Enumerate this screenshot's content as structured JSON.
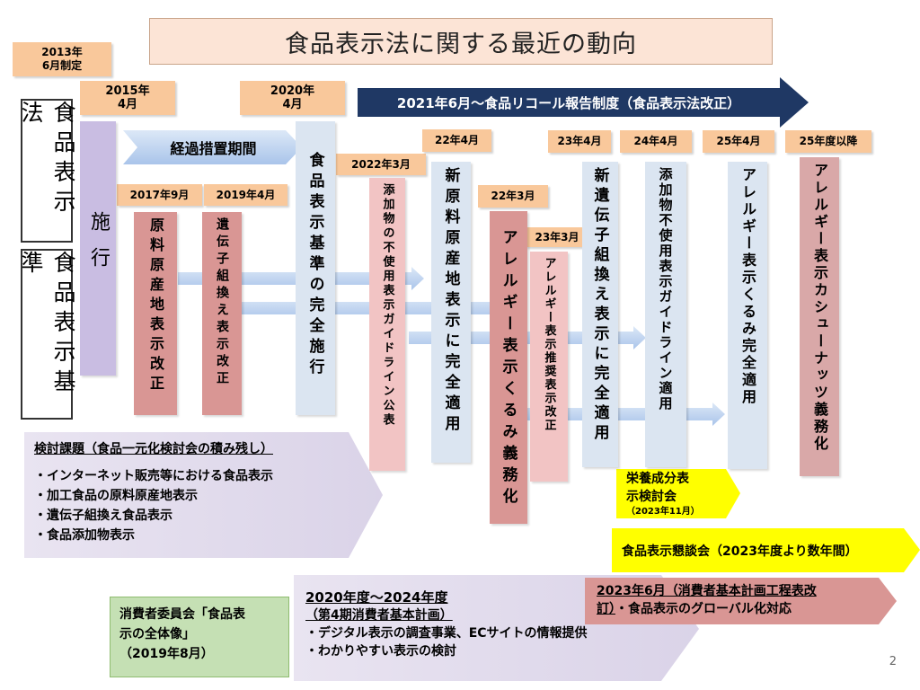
{
  "title": "食品表示法に関する最近の動向",
  "labels": {
    "law": "食品表示法",
    "standard": "食品表示基準"
  },
  "dates": {
    "d2013": "2013年\n6月制定",
    "d2015": "2015年\n4月",
    "d2020": "2020年\n4月",
    "d2017": "2017年9月",
    "d2019": "2019年4月",
    "d2022_3a": "2022年3月",
    "d22_4": "22年4月",
    "d22_3": "22年3月",
    "d23_3": "23年3月",
    "d23_4": "23年4月",
    "d24_4": "24年4月",
    "d25_4": "25年4月",
    "d25plus": "25年度以降"
  },
  "banner": "2021年6月～食品リコール報告制度（食品表示法改正）",
  "transition": "経過措置期間",
  "columns": {
    "shiko": "施行",
    "genryo": "原料原産地表示改正",
    "idenshi": "遺伝子組換え表示改正",
    "kanzen": "食品表示基準の完全施行",
    "tenka": "添加物の不使用表示ガイドライン公表",
    "shingenryo": "新原料原産地表示に完全適用",
    "kurumi": "アレルギー表示くるみ義務化",
    "suisho": "アレルギー表示推奨表示改正",
    "shinidenshi": "新遺伝子組換え表示に完全適用",
    "tenkaguide": "添加物不使用表示ガイドライン適用",
    "kurumiKanzen": "アレルギー表示くるみ完全適用",
    "cashew": "アレルギー表示カシューナッツ義務化"
  },
  "issues": {
    "heading": "検討課題（食品一元化検討会の積み残し）",
    "items": [
      "・インターネット販売等における食品表示",
      "・加工食品の原料原産地表示",
      "・遺伝子組換え食品表示",
      "・食品添加物表示"
    ]
  },
  "nutrition": {
    "line1": "栄養成分表",
    "line2": "示検討会",
    "sub": "（2023年11月）"
  },
  "kondankai": "食品表示懇談会（2023年度より数年間）",
  "consumerCommittee": {
    "line1": "消費者委員会「食品表",
    "line2": "示の全体像」",
    "line3": "（2019年8月）"
  },
  "plan": {
    "line1": "2020年度～2024年度",
    "line2": "（第4期消費者基本計画）",
    "line3": "・デジタル表示の調査事業、ECサイトの情報提供",
    "line4": "・わかりやすい表示の検討"
  },
  "basicPlan": {
    "line1": "2023年6月（消費者基本計画工程表改",
    "line2a": "訂）",
    "line2b": "・食品表示のグローバル化対応"
  },
  "pageNumber": "2",
  "colors": {
    "dateOrange": "#f9c89b",
    "bannerNavy": "#1f3864",
    "pinkDark": "#d99694",
    "pinkLight": "#f2c4c4",
    "paleBlue": "#dbe5f1",
    "lavender": "#c9bde2",
    "yellow": "#ffff00",
    "green": "#c5e0b4"
  }
}
